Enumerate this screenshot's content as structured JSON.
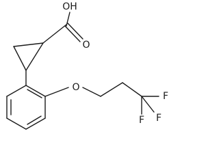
{
  "molecule": {
    "labels": {
      "hydroxyl": "OH",
      "carbonyl_oxygen": "O",
      "ether_oxygen": "O",
      "fluorine_1": "F",
      "fluorine_2": "F",
      "fluorine_3": "F"
    }
  }
}
